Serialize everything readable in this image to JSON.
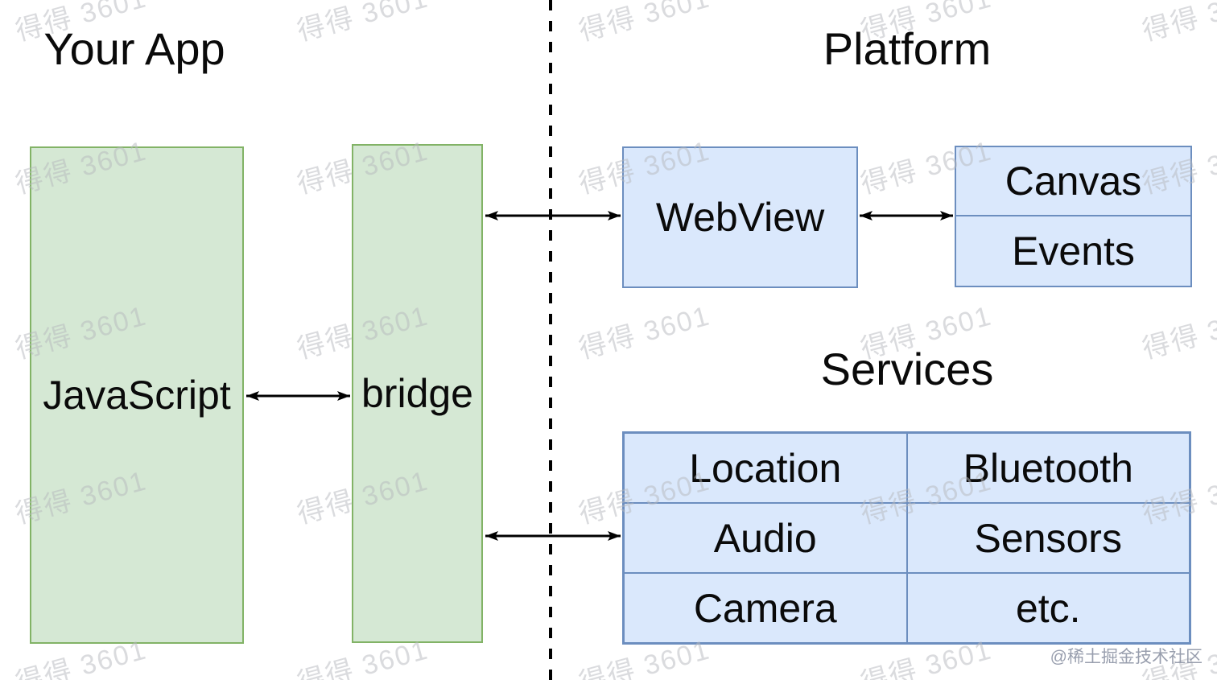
{
  "titles": {
    "your_app": "Your App",
    "platform": "Platform",
    "services": "Services"
  },
  "boxes": {
    "javascript": "JavaScript",
    "bridge": "bridge",
    "webview": "WebView",
    "canvas": "Canvas",
    "events": "Events"
  },
  "services_table": {
    "rows": [
      [
        "Location",
        "Bluetooth"
      ],
      [
        "Audio",
        "Sensors"
      ],
      [
        "Camera",
        "etc."
      ]
    ]
  },
  "watermarks": {
    "tile_text": "得得 3601",
    "credit": "@稀土掘金技术社区"
  },
  "colors": {
    "green_fill": "#d5e8d4",
    "green_border": "#82b366",
    "blue_fill": "#dae8fc",
    "blue_border": "#6c8ebf",
    "arrow": "#000000",
    "watermark": "#b7b9be",
    "credit": "#8e95a6"
  }
}
